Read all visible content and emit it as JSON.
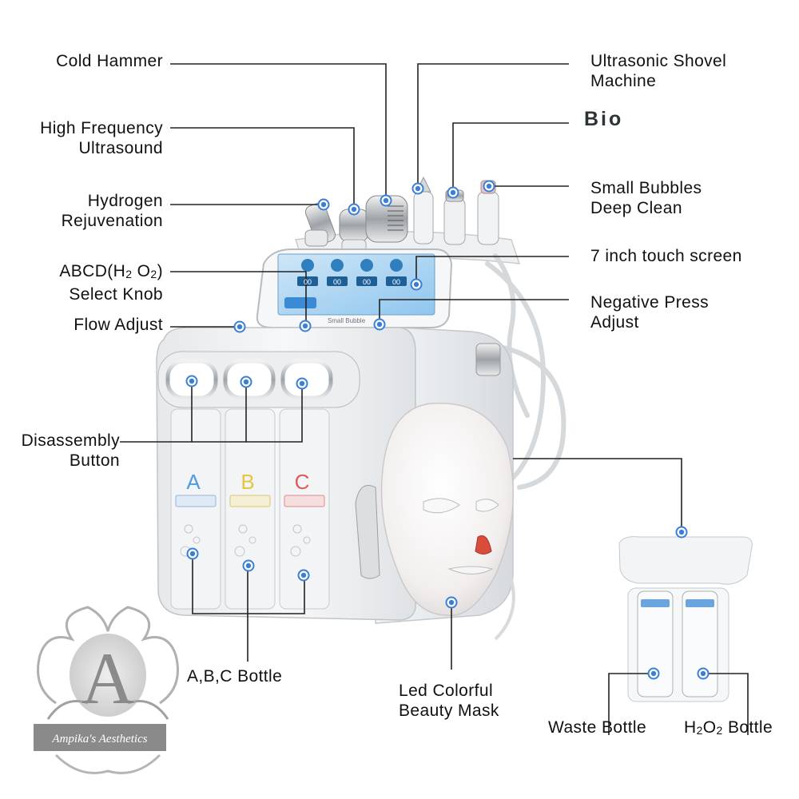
{
  "labels": {
    "cold_hammer": "Cold Hammer",
    "hf_ultrasound": [
      "High Frequency",
      "Ultrasound"
    ],
    "hydrogen_rejuvenation": [
      "Hydrogen",
      "Rejuvenation"
    ],
    "select_knob": [
      "ABCD(H",
      "2",
      " O",
      "2",
      ")",
      "Select Knob"
    ],
    "flow_adjust": "Flow Adjust",
    "disassembly_button": [
      "Disassembly",
      "Button"
    ],
    "abc_bottle": "A,B,C Bottle",
    "ultrasonic_shovel": [
      "Ultrasonic Shovel",
      "Machine"
    ],
    "bio": "Bio",
    "small_bubbles": [
      "Small Bubbles",
      "Deep Clean"
    ],
    "touch_screen": "7 inch touch screen",
    "negative_press": [
      "Negative Press",
      "Adjust"
    ],
    "led_mask": [
      "Led Colorful",
      "Beauty Mask"
    ],
    "waste_bottle": "Waste Bottle",
    "h2o2_bottle": [
      "H",
      "2",
      "O",
      "2",
      " Bottle"
    ]
  },
  "machine": {
    "bottle_letters": [
      "A",
      "B",
      "C"
    ],
    "screen_readouts": [
      "00",
      "00",
      "00",
      "00"
    ],
    "screen_caption": "Small Bubble"
  },
  "logo": {
    "monogram": "A",
    "brand": "Ampika's Aesthetics"
  },
  "colors": {
    "dot": "#3a7fd5",
    "line": "#222222",
    "bottle_a": "#4a9de0",
    "bottle_b": "#e8c440",
    "bottle_c": "#e05a5a"
  }
}
